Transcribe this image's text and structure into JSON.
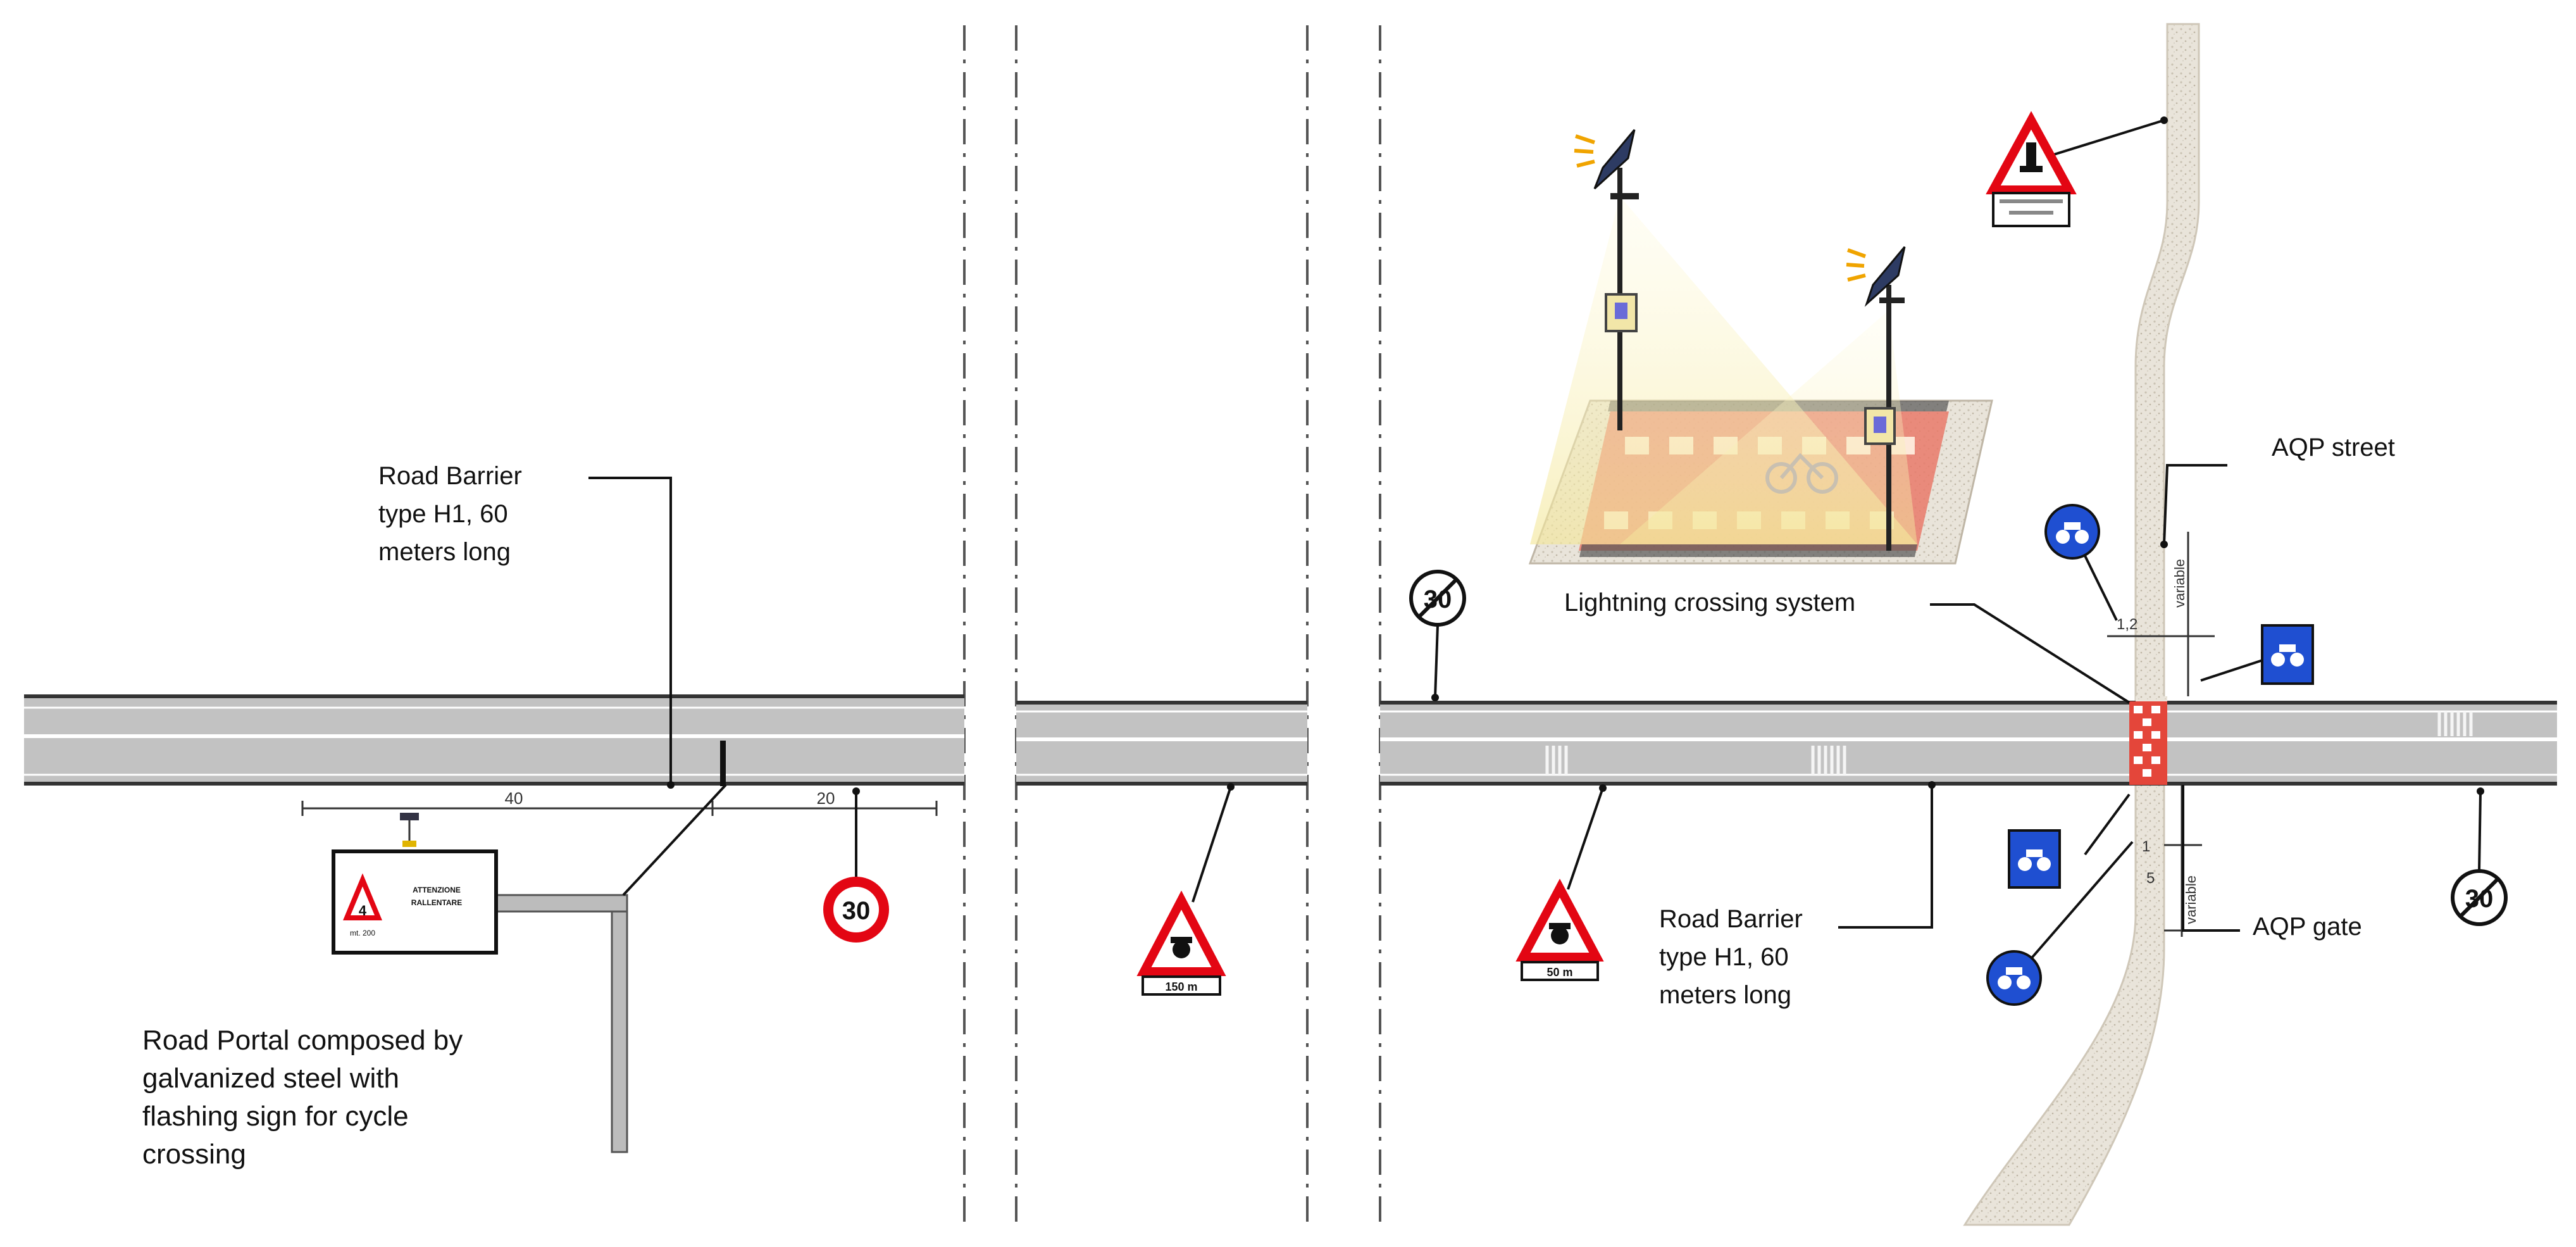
{
  "labels": {
    "barrier_left": "Road Barrier\ntype H1, 60\nmeters long",
    "barrier_right": "Road Barrier\ntype H1,  60\nmeters long",
    "portal": "Road Portal composed by\ngalvanized steel with\nflashing sign for cycle\ncrossing",
    "lighting": "Lightning crossing system",
    "aqp_street": "AQP street",
    "aqp_gate": "AQP gate"
  },
  "dimensions": {
    "left_40": "40",
    "left_20": "20",
    "small_12": "1,2",
    "small_1": "1",
    "small_5": "5",
    "variable_top": "variable",
    "variable_bottom": "variable"
  },
  "signs": {
    "speed_limit_value": "30",
    "end_limit_value": "30",
    "warning_plate_150": "150 m",
    "warning_plate_50": "50 m",
    "portal_sign_line1": "ATTENZIONE",
    "portal_sign_line2": "RALLENTARE",
    "portal_sign_plate": "mt. 200",
    "portal_sign_number": "4"
  },
  "colors": {
    "road": "#c2c2c2",
    "road_edge": "#333333",
    "sign_red": "#e30613",
    "sign_blue": "#1f4fd1",
    "aqp_street": "#e8e2d8",
    "crossing_red": "#e4463a",
    "light_cone": "#fbf3b8"
  }
}
